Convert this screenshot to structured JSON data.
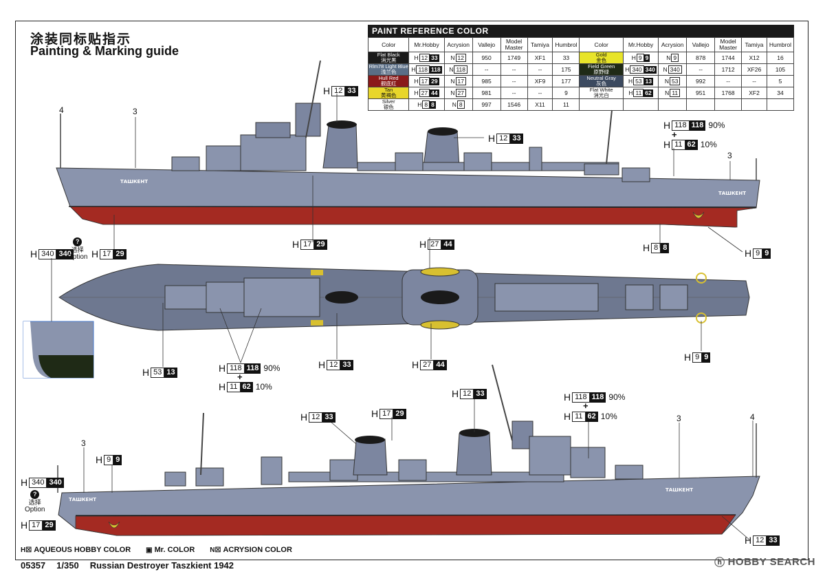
{
  "header": {
    "title_cn": "涂装同标贴指示",
    "title_en": "Painting & Marking guide"
  },
  "paint_table": {
    "title": "PAINT REFERENCE COLOR",
    "columns": [
      "Color",
      "Mr.Hobby",
      "Acrysion",
      "Vallejo",
      "Model Master",
      "Tamiya",
      "Humbrol"
    ],
    "left_rows": [
      {
        "name": "Flat Black",
        "cn": "消光黑",
        "color": "#1a1a1a",
        "text_color": "#ffffff",
        "h": "12",
        "hb": "33",
        "n": "12",
        "vallejo": "950",
        "mm": "1749",
        "tamiya": "XF1",
        "humbrol": "33"
      },
      {
        "name": "Rlm78 Light Blue",
        "cn": "浅兰色",
        "color": "#5a6e86",
        "text_color": "#ffffff",
        "h": "118",
        "hb": "118",
        "n": "118",
        "vallejo": "--",
        "mm": "--",
        "tamiya": "--",
        "humbrol": "175"
      },
      {
        "name": "Hull Red",
        "cn": "舰底红",
        "color": "#8a1a1a",
        "text_color": "#ffffff",
        "h": "17",
        "hb": "29",
        "n": "17",
        "vallejo": "985",
        "mm": "--",
        "tamiya": "XF9",
        "humbrol": "177"
      },
      {
        "name": "Tan",
        "cn": "黄褐色",
        "color": "#e8d62a",
        "text_color": "#111111",
        "h": "27",
        "hb": "44",
        "n": "27",
        "vallejo": "981",
        "mm": "--",
        "tamiya": "--",
        "humbrol": "9"
      },
      {
        "name": "Silver",
        "cn": "银色",
        "color": "#ffffff",
        "text_color": "#111111",
        "h": "8",
        "hb": "8",
        "n": "8",
        "vallejo": "997",
        "mm": "1546",
        "tamiya": "X11",
        "humbrol": "11"
      }
    ],
    "right_rows": [
      {
        "name": "Gold",
        "cn": "金色",
        "color": "#e8e42a",
        "text_color": "#111111",
        "h": "9",
        "hb": "9",
        "n": "9",
        "vallejo": "878",
        "mm": "1744",
        "tamiya": "X12",
        "humbrol": "16"
      },
      {
        "name": "Field Green",
        "cn": "原野绿",
        "color": "#1f2a16",
        "text_color": "#ffffff",
        "h": "340",
        "hb": "340",
        "n": "340",
        "vallejo": "--",
        "mm": "1712",
        "tamiya": "XF26",
        "humbrol": "105"
      },
      {
        "name": "Neutral Gray",
        "cn": "灰色",
        "color": "#3c4a60",
        "text_color": "#ffffff",
        "h": "53",
        "hb": "13",
        "n": "53",
        "vallejo": "992",
        "mm": "--",
        "tamiya": "--",
        "humbrol": "5"
      },
      {
        "name": "Flat White",
        "cn": "消光白",
        "color": "#ffffff",
        "text_color": "#111111",
        "h": "11",
        "hb": "62",
        "n": "11",
        "vallejo": "951",
        "mm": "1768",
        "tamiya": "XF2",
        "humbrol": "34"
      }
    ]
  },
  "tags": {
    "t1": {
      "n": "12",
      "b": "33"
    },
    "t2": {
      "n": "12",
      "b": "33"
    },
    "t3a": {
      "n": "118",
      "b": "118",
      "pct": "90%"
    },
    "t3b": {
      "n": "11",
      "b": "62",
      "pct": "10%"
    },
    "t4": {
      "n": "340",
      "b": "340"
    },
    "t5": {
      "n": "17",
      "b": "29"
    },
    "t6": {
      "n": "17",
      "b": "29"
    },
    "t7": {
      "n": "27",
      "b": "44"
    },
    "t8": {
      "n": "8",
      "b": "8"
    },
    "t9": {
      "n": "9",
      "b": "9"
    },
    "t10": {
      "n": "53",
      "b": "13"
    },
    "t11a": {
      "n": "118",
      "b": "118",
      "pct": "90%"
    },
    "t11b": {
      "n": "11",
      "b": "62",
      "pct": "10%"
    },
    "t12": {
      "n": "12",
      "b": "33"
    },
    "t13": {
      "n": "27",
      "b": "44"
    },
    "t14": {
      "n": "9",
      "b": "9"
    },
    "t15": {
      "n": "12",
      "b": "33"
    },
    "t16a": {
      "n": "118",
      "b": "118",
      "pct": "90%"
    },
    "t16b": {
      "n": "11",
      "b": "62",
      "pct": "10%"
    },
    "t17": {
      "n": "12",
      "b": "33"
    },
    "t18": {
      "n": "17",
      "b": "29"
    },
    "t19": {
      "n": "9",
      "b": "9"
    },
    "t20": {
      "n": "340",
      "b": "340"
    },
    "t21": {
      "n": "17",
      "b": "29"
    },
    "t22": {
      "n": "12",
      "b": "33"
    }
  },
  "option": {
    "cn": "选择",
    "en": "Option"
  },
  "decal_numbers": {
    "three": "3",
    "four": "4"
  },
  "ship_name": "ТАШКЕНТ",
  "legend": {
    "aqueous": "AQUEOUS HOBBY COLOR",
    "mr_color": "Mr. COLOR",
    "acrysion": "ACRYSION COLOR"
  },
  "footer": {
    "code": "05357",
    "scale": "1/350",
    "name": "Russian Destroyer Taszkient 1942"
  },
  "watermark": "HOBBY SEARCH",
  "colors": {
    "hull_gray": "#8a94ad",
    "deck_gray": "#6e7890",
    "hull_red": "#a42a22",
    "dark": "#1a1a1a"
  }
}
